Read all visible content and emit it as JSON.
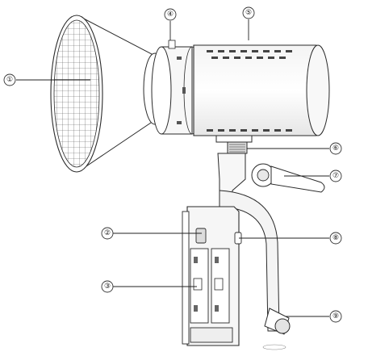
{
  "callouts": [
    {
      "id": "c1",
      "label": "①"
    },
    {
      "id": "c2",
      "label": "②"
    },
    {
      "id": "c3",
      "label": "③"
    },
    {
      "id": "c4",
      "label": "④"
    },
    {
      "id": "c5",
      "label": "⑤"
    },
    {
      "id": "c6",
      "label": "⑥"
    },
    {
      "id": "c7",
      "label": "⑦"
    },
    {
      "id": "c8",
      "label": "⑧"
    },
    {
      "id": "c9",
      "label": "⑨"
    }
  ]
}
